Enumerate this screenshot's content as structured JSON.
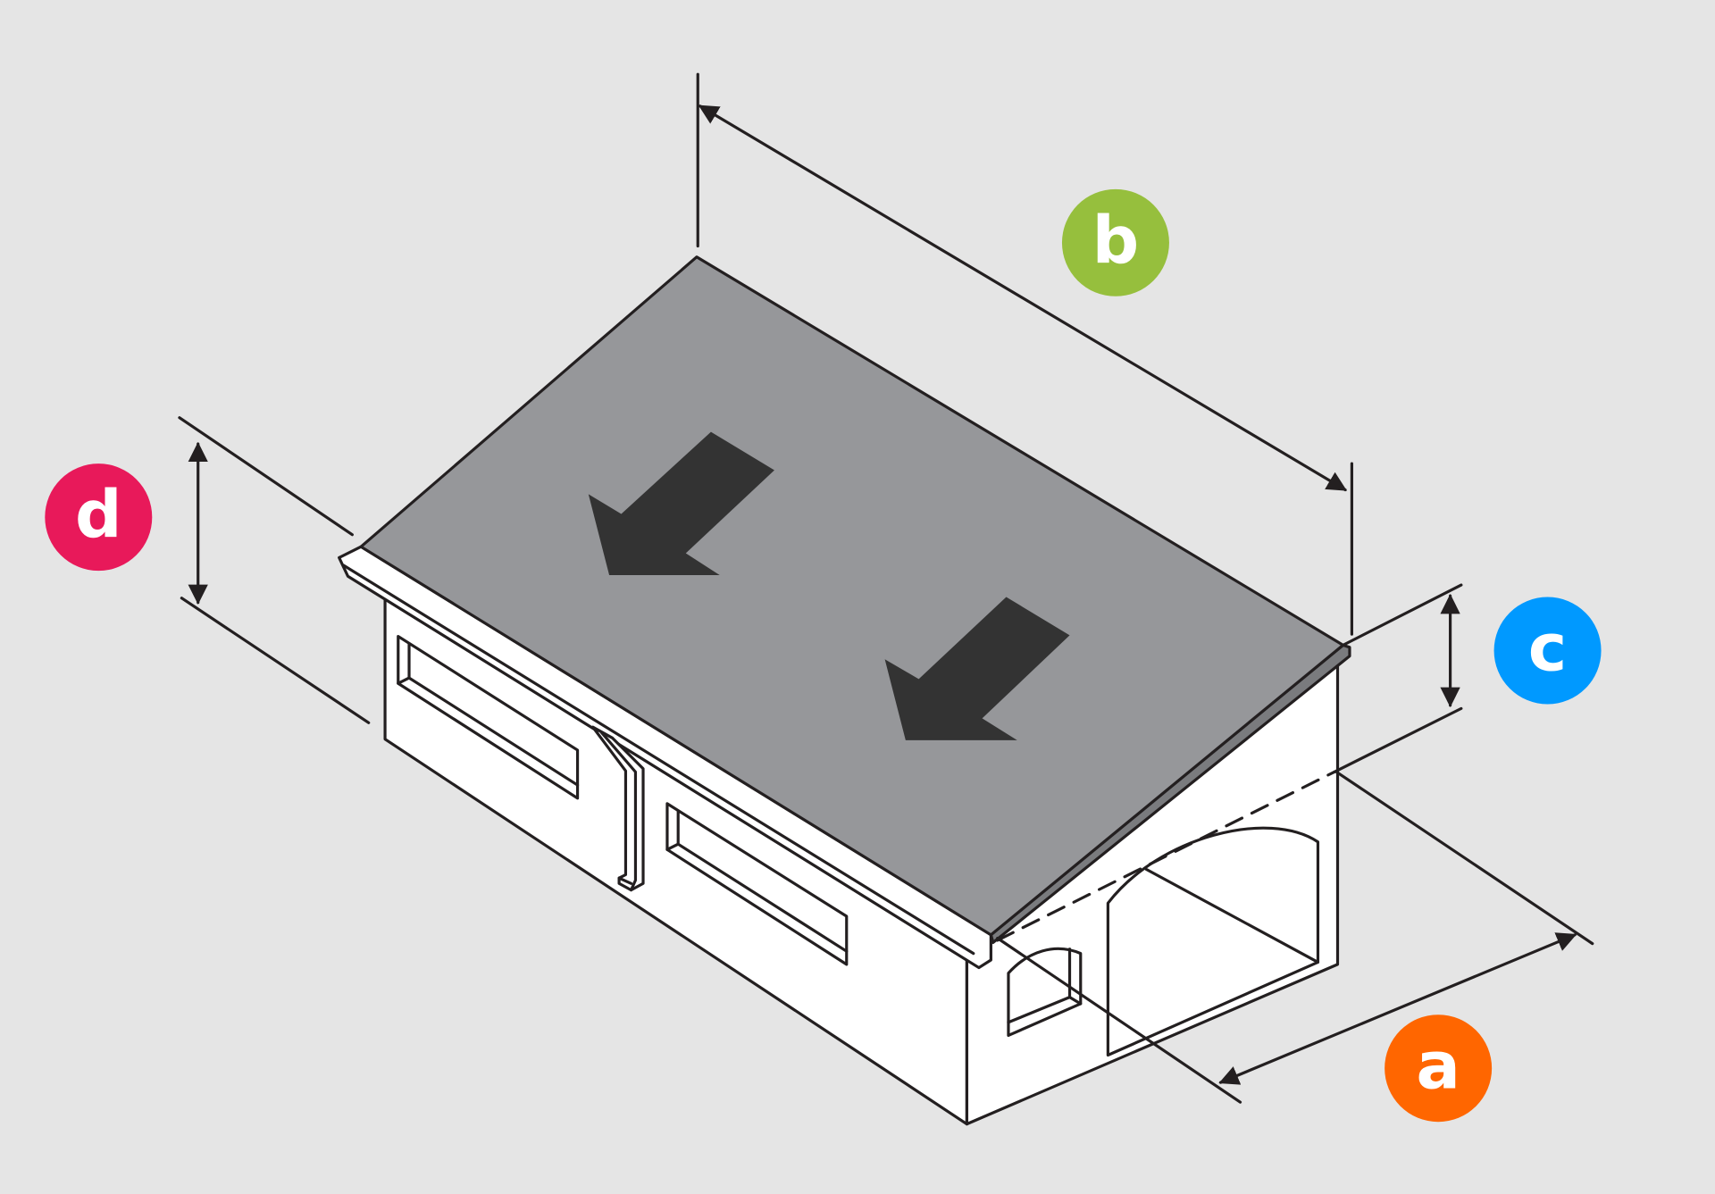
{
  "diagram": {
    "labels": [
      {
        "id": "a",
        "text": "a",
        "color": "#ff6600"
      },
      {
        "id": "b",
        "text": "b",
        "color": "#96bf3d"
      },
      {
        "id": "c",
        "text": "c",
        "color": "#0099ff"
      },
      {
        "id": "d",
        "text": "d",
        "color": "#e8195a"
      }
    ],
    "colors": {
      "background": "#e5e5e5",
      "roof": "#96979a",
      "arrow": "#333333",
      "wall": "#ffffff",
      "line": "#231f20"
    }
  }
}
